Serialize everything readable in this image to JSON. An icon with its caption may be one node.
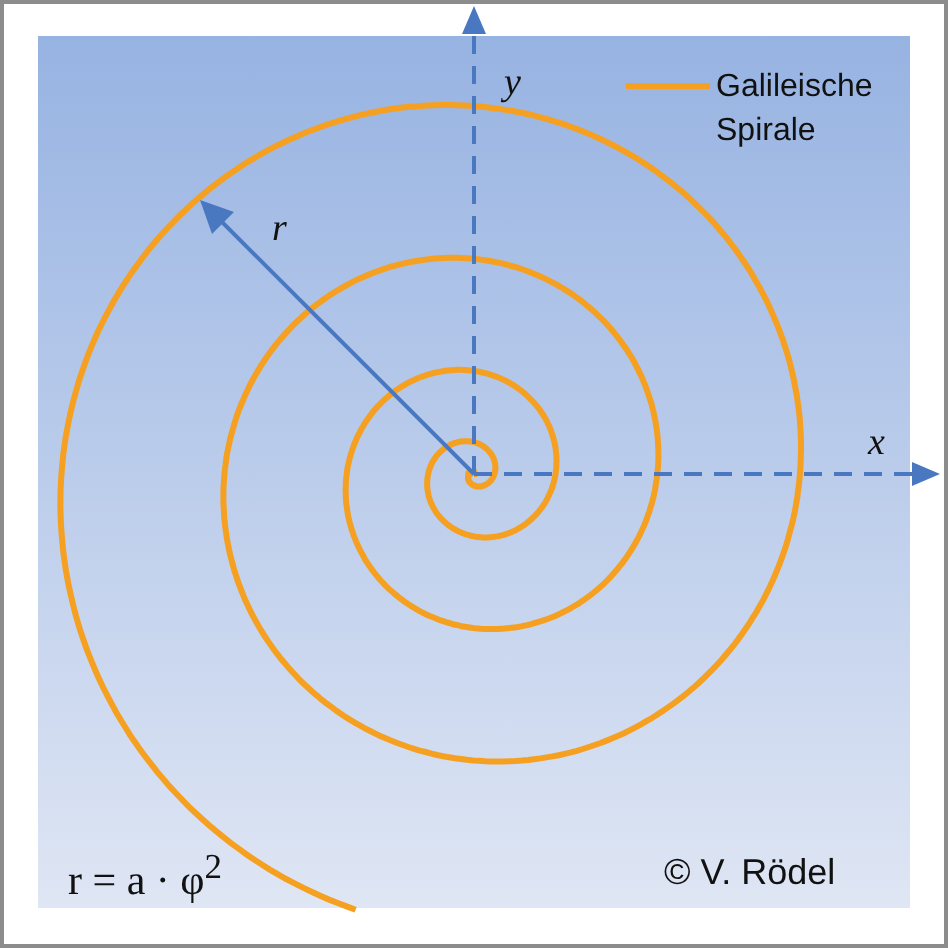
{
  "diagram": {
    "labels": [
      "y",
      "x",
      "r",
      "r = a · φ$^{2}$",
      "© V. Rödel"
    ],
    "legend": [
      {
        "text": "Galileische Spirale"
      }
    ]
  }
}
